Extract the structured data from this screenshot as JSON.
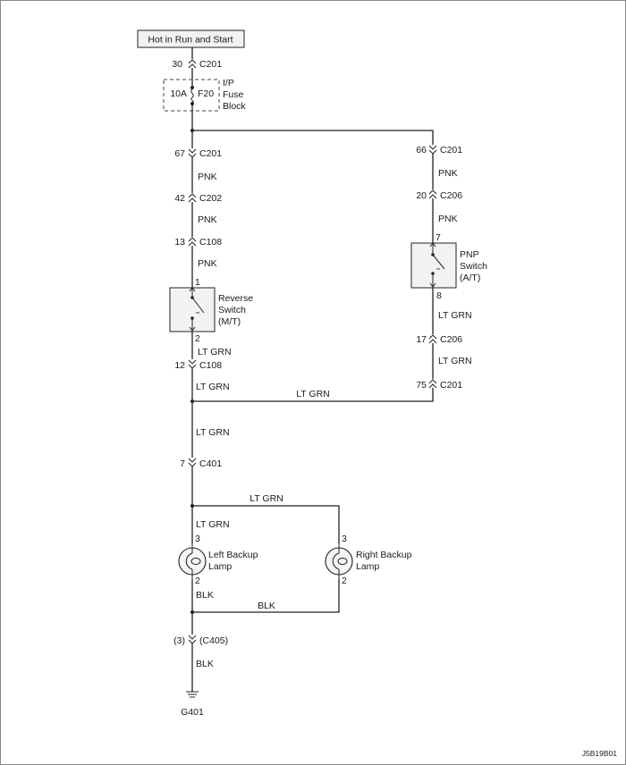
{
  "diagram": {
    "power_label": "Hot in Run and Start",
    "fuse": {
      "pin": "30",
      "conn": "C201",
      "amps": "10A",
      "name": "F20",
      "block_l1": "I/P",
      "block_l2": "Fuse",
      "block_l3": "Block"
    },
    "left": {
      "c1": {
        "pin": "67",
        "conn": "C201"
      },
      "w1": "PNK",
      "c2": {
        "pin": "42",
        "conn": "C202"
      },
      "w2": "PNK",
      "c3": {
        "pin": "13",
        "conn": "C108"
      },
      "w3": "PNK",
      "switch": {
        "pin_in": "1",
        "pin_out": "2",
        "l1": "Reverse",
        "l2": "Switch",
        "l3": "(M/T)"
      },
      "w4": "LT GRN",
      "c4": {
        "pin": "12",
        "conn": "C108"
      },
      "w5": "LT GRN"
    },
    "right": {
      "c1": {
        "pin": "66",
        "conn": "C201"
      },
      "w1": "PNK",
      "c2": {
        "pin": "20",
        "conn": "C206"
      },
      "w2": "PNK",
      "switch": {
        "pin_in": "7",
        "pin_out": "8",
        "l1": "PNP",
        "l2": "Switch",
        "l3": "(A/T)"
      },
      "w3": "LT GRN",
      "c3": {
        "pin": "17",
        "conn": "C206"
      },
      "w4": "LT GRN",
      "c4": {
        "pin": "75",
        "conn": "C201"
      }
    },
    "join_wire": "LT GRN",
    "down": {
      "w1": "LT GRN",
      "c1": {
        "pin": "7",
        "conn": "C401"
      },
      "top_branch_wire": "LT GRN",
      "w2": "LT GRN"
    },
    "left_lamp": {
      "pin_top": "3",
      "pin_bot": "2",
      "l1": "Left Backup",
      "l2": "Lamp"
    },
    "right_lamp": {
      "pin_top": "3",
      "pin_bot": "2",
      "l1": "Right Backup",
      "l2": "Lamp"
    },
    "ground": {
      "w1": "BLK",
      "bottom_branch_wire": "BLK",
      "c1": {
        "pin": "(3)",
        "conn": "(C405)"
      },
      "w2": "BLK",
      "name": "G401"
    },
    "figure_id": "J5B19B01"
  }
}
